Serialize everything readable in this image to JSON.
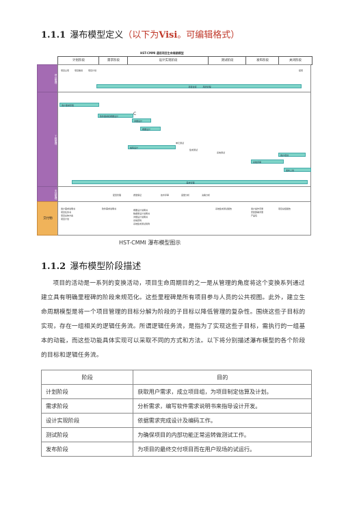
{
  "section1": {
    "number": "1.1.1",
    "title_main": "瀑布模型定义",
    "title_note": "（以下为",
    "title_bold": "Visi",
    "title_tail": "。可编辑格式）"
  },
  "diagram": {
    "title": "HST-CMMI 通用项目生命周期模型",
    "phases": [
      "计划阶段",
      "需求阶段",
      "设计实现阶段",
      "测试阶段",
      "发布阶段",
      "关闭阶段"
    ],
    "lanes": {
      "project": "项目管理",
      "engineering": "工程管理",
      "support": "支持管理",
      "deliverables": "交付物"
    },
    "project_items": [
      "项目立项",
      "项目策划",
      "项目计划",
      "项目监控",
      "风险管理",
      "结项"
    ],
    "eng_items": [
      "用户需求获取",
      "软件需求和概要设计",
      "C",
      "详细设计",
      "概要设计",
      "编码设计",
      "单元测试",
      "集成测试",
      "系统测试",
      "系统评审",
      "用户培训",
      "发布上线",
      "需求管理"
    ],
    "support_items": [
      "配置管理",
      "质量保证",
      "技术评审",
      "度量分析",
      "决策分析"
    ],
    "deliverables": {
      "col1": [
        "用户需求说明书",
        "项目任务书",
        "项目总体方案",
        "项目计划"
      ],
      "col2": [
        "软件需求说明书"
      ],
      "col3": [
        "概要设计说明书",
        "数据库设计说明书",
        "详细设计说明书",
        "系统原码",
        "系统集成测试用例"
      ],
      "col4": [
        "系统集成测试报告"
      ],
      "col5": [
        "用户操作手册",
        "安装部署手册",
        "产品包"
      ],
      "col6": [
        "项目总结报告"
      ]
    }
  },
  "caption": "HST-CMMI 瀑布模型图示",
  "section2": {
    "number": "1.1.2",
    "title": "瀑布模型阶段描述"
  },
  "paragraph": "项目的活动是一系列的变换活动，项目生命周期目的之一是从管理的角度将这个变换系列通过建立具有明确里程碑的阶段来规范化。这些里程碑是所有项目参与人员的公共视图。此外，建立生命周期模型是将一个项目管理的目标分解为阶段的子目标以降低管理的复杂性。围绕这些子目标的实现，存在一组相关的逻辑任务流。所谓逻辑任务流，是指为了实现这些子目标，需执行的一组基本的动能，而这些功能具体实现可以采取不同的方式和方法。以下将分别描述瀑布模型的各个阶段的目标和逻辑任务流。",
  "table": {
    "headers": [
      "阶段",
      "目的"
    ],
    "rows": [
      [
        "计划阶段",
        "获取用户需求，成立项目组，为项目制定估算及计划。"
      ],
      [
        "需求阶段",
        "分析需求，编写软件需求说明书来指导设计开发。"
      ],
      [
        "设计实现阶段",
        "依据需求完成设计及编码工作。"
      ],
      [
        "测试阶段",
        "为确保项目的内部功能正常运转做测试工作。"
      ],
      [
        "发布阶段",
        "为项目的最终交付项目而在用户现场的试运行。"
      ]
    ]
  },
  "colors": {
    "lane_purple": "#a46bb3",
    "task_teal": "#7fd4c8",
    "deliverable_orange": "#f0b35a"
  }
}
